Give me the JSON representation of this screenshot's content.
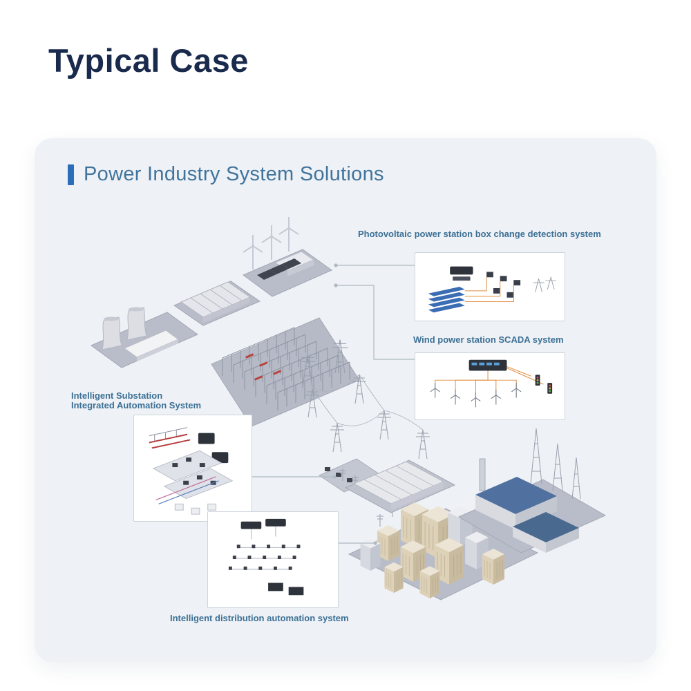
{
  "page": {
    "title": "Typical Case"
  },
  "card": {
    "heading": "Power Industry System Solutions"
  },
  "callouts": {
    "pv": {
      "label": "Photovoltaic power station box change detection system"
    },
    "wind": {
      "label": "Wind power station SCADA system"
    },
    "substation": {
      "line1": "Intelligent Substation",
      "line2": "Integrated Automation System"
    },
    "distribution": {
      "label": "Intelligent distribution automation system"
    }
  },
  "colors": {
    "page_title": "#1a2a4d",
    "card_background": "#eef1f5",
    "card_heading": "#41749c",
    "accent_bar": "#2a6db8",
    "callout_label": "#3c7095",
    "callout_box_border": "#ccd5dc",
    "connector_line": "#aeb9c2",
    "solar_panel_blue": "#3a6db3",
    "factory_roof_blue": "#50719f",
    "wire_orange": "#e08a3c",
    "alert_red": "#b8443f",
    "platform_gray": "#b9bdc9"
  }
}
